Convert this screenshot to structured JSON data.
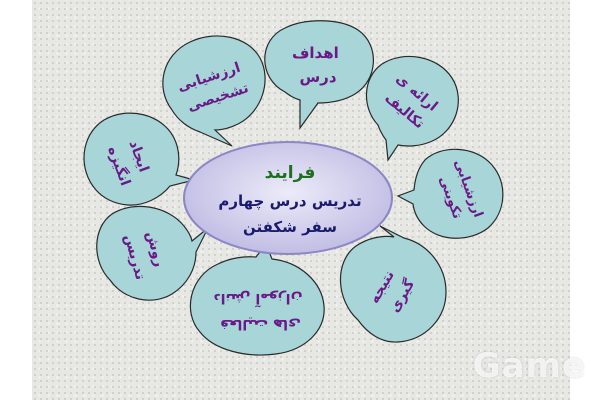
{
  "center": {
    "line1": "فرایند",
    "line2": "تدریس درس چهارم",
    "line3": "سفر شکفتن"
  },
  "bubbles": [
    {
      "lines": [
        "اهداف",
        "درس"
      ]
    },
    {
      "lines": [
        "ارزشیابی",
        "تشخیصی"
      ]
    },
    {
      "lines": [
        "ارائه ی",
        "تکالیف"
      ]
    },
    {
      "lines": [
        "ایجاد",
        "انگیزه"
      ]
    },
    {
      "lines": [
        "ارزشیابی",
        "تکوینی"
      ]
    },
    {
      "lines": [
        "روش",
        "تدریس"
      ]
    },
    {
      "lines": [
        "نتیجه",
        "گیری"
      ]
    },
    {
      "lines": [
        "فعالیت های",
        "دانش آموزان"
      ]
    }
  ],
  "watermark": "Game",
  "colors": {
    "bubble_fill": "#a7d5d8",
    "center_fill": "#d6d4ee",
    "title_text": "#1f6e1f",
    "body_text": "#1a1a6e",
    "bubble_text": "#6a1a86"
  }
}
